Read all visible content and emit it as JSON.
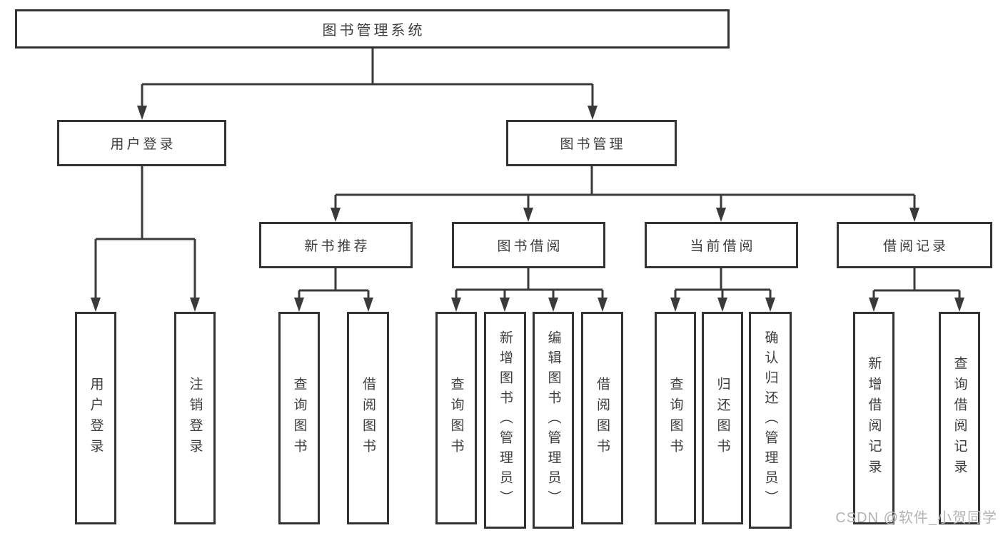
{
  "diagram": {
    "root": {
      "label": "图书管理系统"
    },
    "branches": [
      {
        "label": "用户登录",
        "children": [
          {
            "label": "用户登录"
          },
          {
            "label": "注销登录"
          }
        ]
      },
      {
        "label": "图书管理",
        "children": [
          {
            "label": "新书推荐",
            "children": [
              {
                "label": "查询图书"
              },
              {
                "label": "借阅图书"
              }
            ]
          },
          {
            "label": "图书借阅",
            "children": [
              {
                "label": "查询图书"
              },
              {
                "label": "新增图书（管理员）"
              },
              {
                "label": "编辑图书（管理员）"
              },
              {
                "label": "借阅图书"
              }
            ]
          },
          {
            "label": "当前借阅",
            "children": [
              {
                "label": "查询图书"
              },
              {
                "label": "归还图书"
              },
              {
                "label": "确认归还（管理员）"
              }
            ]
          },
          {
            "label": "借阅记录",
            "children": [
              {
                "label": "新增借阅记录"
              },
              {
                "label": "查询借阅记录"
              }
            ]
          }
        ]
      }
    ]
  },
  "watermark": {
    "text": "CSDN @软件_小贺同学"
  },
  "colors": {
    "line": "#3a3a3a",
    "text": "#3d3d3d",
    "background": "#ffffff",
    "watermark": "#b3b3b3"
  }
}
